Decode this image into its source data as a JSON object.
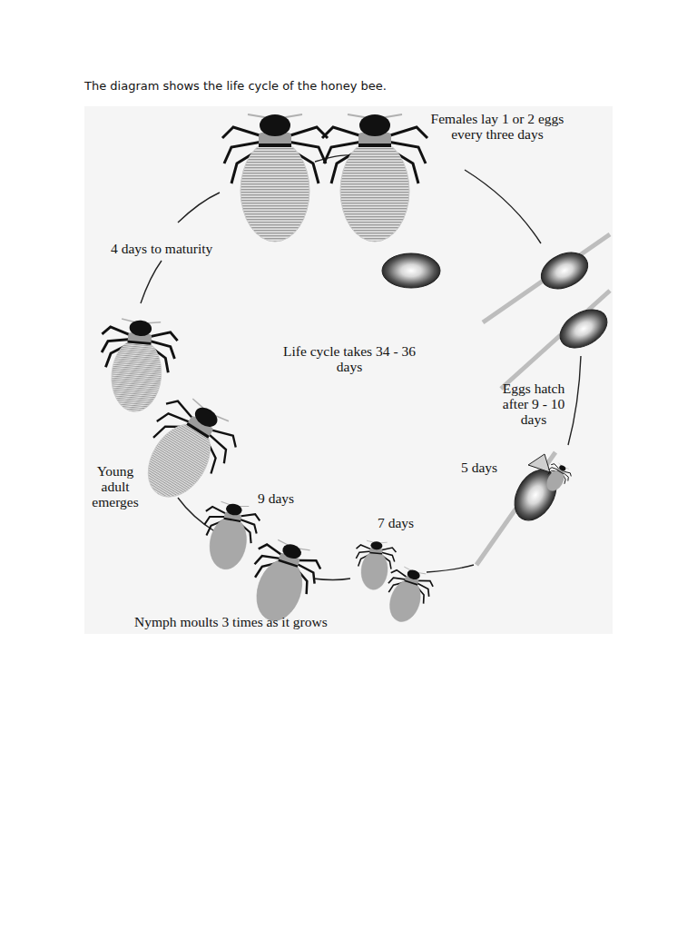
{
  "diagram": {
    "title": "The diagram shows the life cycle of the honey bee.",
    "labels": [
      "Females lay 1 or 2 eggs every three days",
      "4 days to maturity",
      "Life cycle takes 34 - 36 days",
      "Eggs hatch after 9 - 10 days",
      "Young adult emerges",
      "5 days",
      "9 days",
      "7 days",
      "Nymph moults 3 times as it grows"
    ]
  }
}
